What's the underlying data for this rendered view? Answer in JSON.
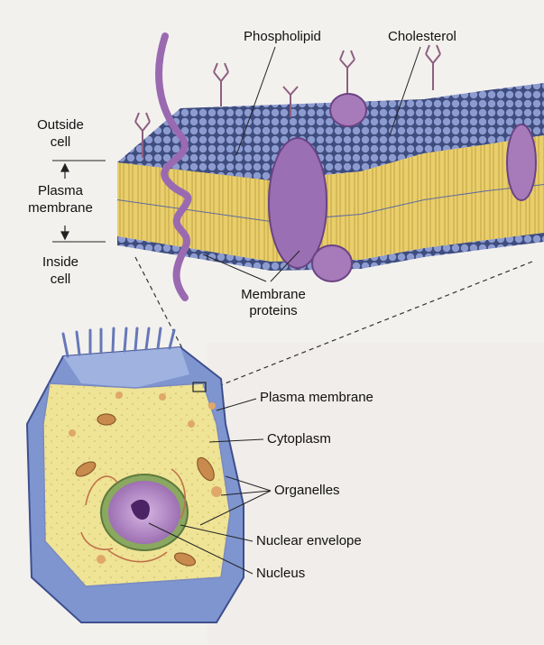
{
  "top_labels": {
    "phospholipid": "Phospholipid",
    "cholesterol": "Cholesterol",
    "membrane_proteins_1": "Membrane",
    "membrane_proteins_2": "proteins"
  },
  "side_labels": {
    "outside_1": "Outside",
    "outside_2": "cell",
    "plasma_1": "Plasma",
    "plasma_2": "membrane",
    "inside_1": "Inside",
    "inside_2": "cell"
  },
  "cell_labels": {
    "plasma_membrane": "Plasma membrane",
    "cytoplasm": "Cytoplasm",
    "organelles": "Organelles",
    "nuclear_envelope": "Nuclear envelope",
    "nucleus": "Nucleus"
  },
  "colors": {
    "membrane_yellow": "#e8c95a",
    "head_blue": "#6e7fb8",
    "protein_purple": "#9d6fb3",
    "cell_blue": "#7f95cf",
    "cytoplasm_yellow": "#f1e69a",
    "nucleus_purple": "#a77ab9"
  }
}
